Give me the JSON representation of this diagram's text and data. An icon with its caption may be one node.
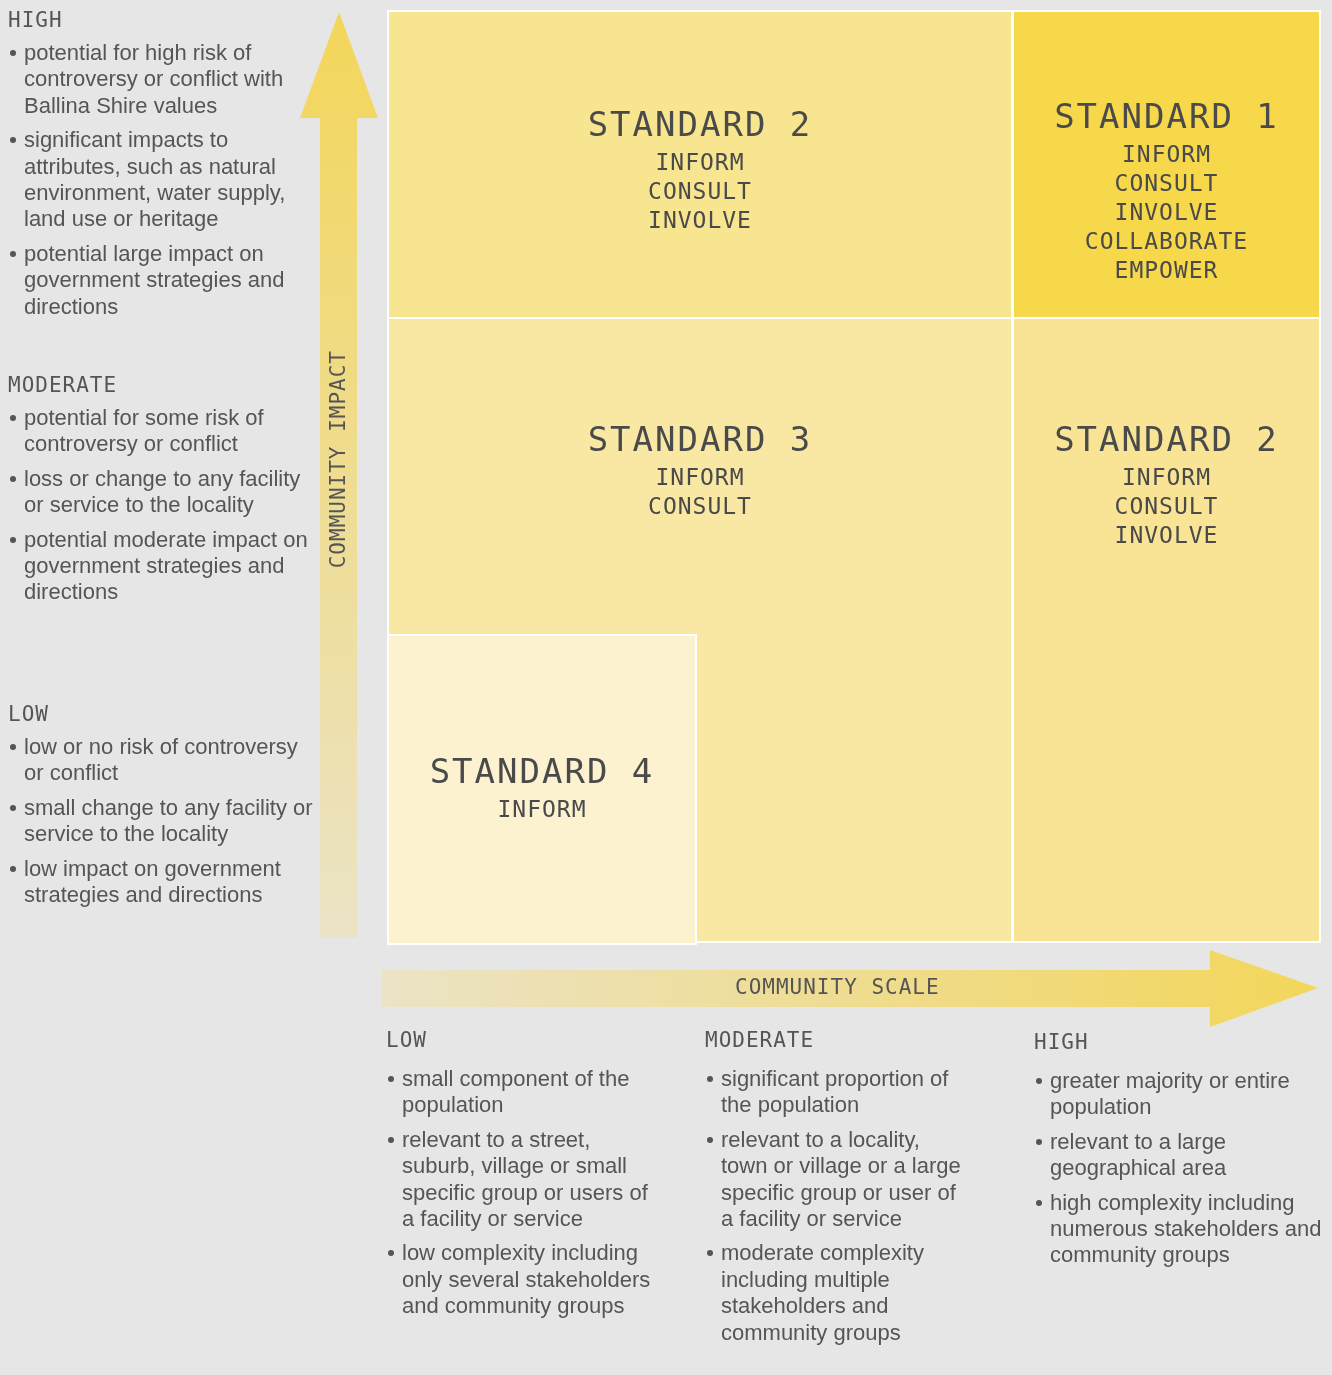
{
  "diagram": {
    "nodes": [
      {
        "text": [
          "STANDARD 2",
          "INFORM",
          "CONSULT",
          "INVOLVE"
        ]
      },
      {
        "text": [
          "STANDARD 1",
          "INFORM",
          "CONSULT",
          "INVOLVE",
          "COLLABORATE",
          "EMPOWER"
        ]
      },
      {
        "text": [
          "STANDARD 3",
          "INFORM",
          "CONSULT"
        ]
      },
      {
        "text": [
          "STANDARD 2",
          "INFORM",
          "CONSULT",
          "INVOLVE"
        ]
      },
      {
        "text": [
          "STANDARD 4",
          "INFORM"
        ],
        "in": 2
      }
    ],
    "edges": [],
    "labels": [
      "HIGH",
      "potential for high risk of controversy or conflict with Ballina Shire values",
      "significant impacts to attributes, such as natural environment, water supply, land use or heritage",
      "potential large impact on government strategies and directions",
      "MODERATE",
      "potential for some risk of controversy or conflict",
      "loss or change to any facility or service to the locality",
      "potential moderate impact on government strategies and directions",
      "LOW",
      "low or no risk of controversy or conflict",
      "small change to any facility or service to the locality",
      "low impact on government strategies and directions",
      "COMMUNITY IMPACT",
      "COMMUNITY SCALE",
      "LOW",
      "small component of the population",
      "relevant to a street, suburb, village or small specific group or users of a facility or service",
      "low complexity including only several stakeholders and community groups",
      "MODERATE",
      "significant proportion of the population",
      "relevant to a locality, town or village or a large specific group or user of a facility or service",
      "moderate complexity including multiple stakeholders and community groups",
      "HIGH",
      "greater majority or entire population",
      "relevant to a large geographical area",
      "high complexity including numerous stakeholders and community groups"
    ]
  }
}
